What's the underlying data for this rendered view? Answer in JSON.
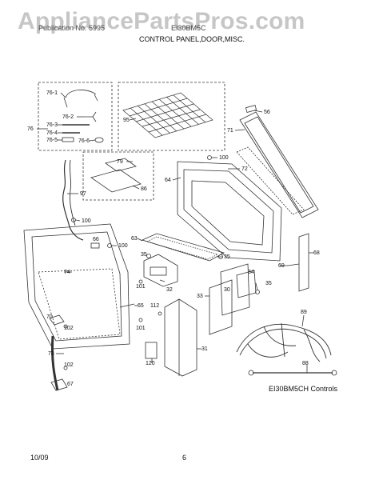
{
  "watermark": "AppliancePartsPros.com",
  "header": {
    "left_text": "Publication No. 5995",
    "right_text": "EI30BM5C",
    "section_title": "CONTROL PANEL,DOOR,MISC."
  },
  "parts": [
    "76-1",
    "76-2",
    "76-3",
    "76-4",
    "76-5",
    "76-6",
    "76",
    "95",
    "56",
    "71",
    "100",
    "72",
    "64",
    "79",
    "86",
    "97",
    "100",
    "66",
    "100",
    "63",
    "35",
    "74",
    "32",
    "35",
    "101",
    "34",
    "30",
    "35",
    "33",
    "69",
    "68",
    "65",
    "112",
    "101",
    "31",
    "120",
    "70",
    "102",
    "73",
    "102",
    "67",
    "89",
    "88"
  ],
  "model_caption": "EI30BM5CH Controls",
  "footer": {
    "date": "10/09",
    "page": "6"
  },
  "colors": {
    "line": "#333333",
    "watermark": "#bdbdbd",
    "fill_light": "#f2f2f2"
  }
}
